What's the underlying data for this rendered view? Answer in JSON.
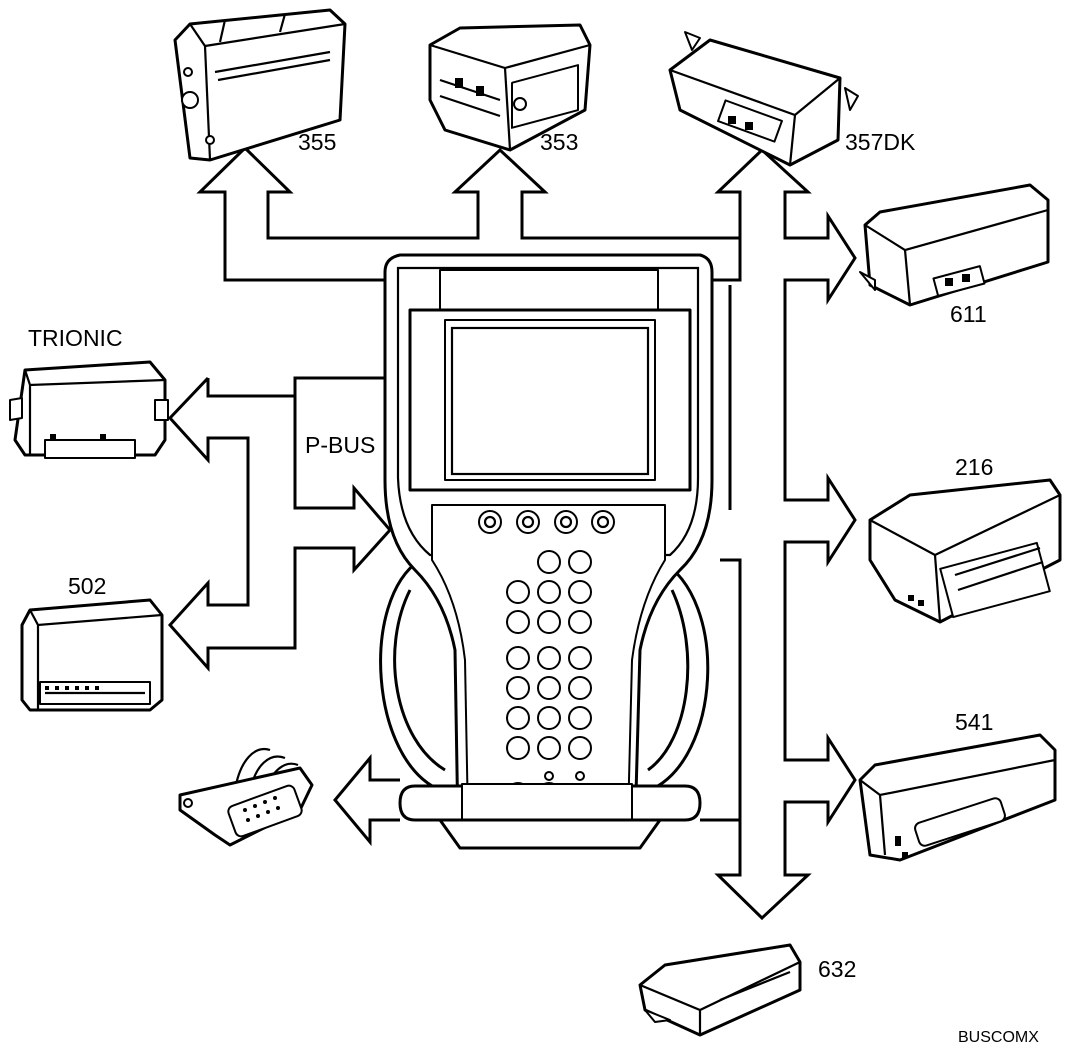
{
  "diagram": {
    "tool_label": "P-BUS",
    "footer_code": "BUSCOMX",
    "modules": {
      "m355": "355",
      "m353": "353",
      "m357dk": "357DK",
      "m611": "611",
      "trionic": "TRIONIC",
      "m216": "216",
      "m502": "502",
      "m541": "541",
      "m632": "632"
    }
  }
}
